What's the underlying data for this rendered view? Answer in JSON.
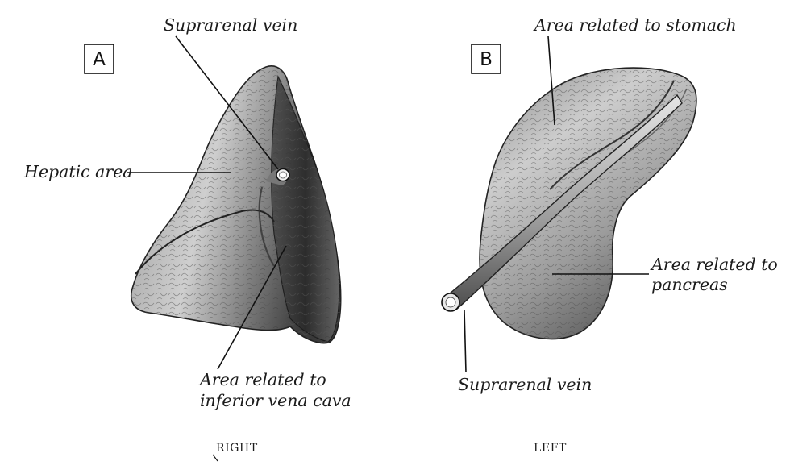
{
  "panels": {
    "a": {
      "letter": "A",
      "side": "RIGHT"
    },
    "b": {
      "letter": "B",
      "side": "LEFT"
    }
  },
  "labels": {
    "a_suprarenal_vein": "Suprarenal vein",
    "a_hepatic_area": "Hepatic area",
    "a_ivc_line1": "Area related to",
    "a_ivc_line2": "inferior vena cava",
    "b_stomach": "Area related to stomach",
    "b_pancreas_line1": "Area related to",
    "b_pancreas_line2": "pancreas",
    "b_suprarenal_vein": "Suprarenal vein"
  },
  "colors": {
    "ink": "#111111",
    "organ_light": "#d7d7d7",
    "organ_mid": "#8e8e8e",
    "organ_dark": "#2a2a2a"
  }
}
